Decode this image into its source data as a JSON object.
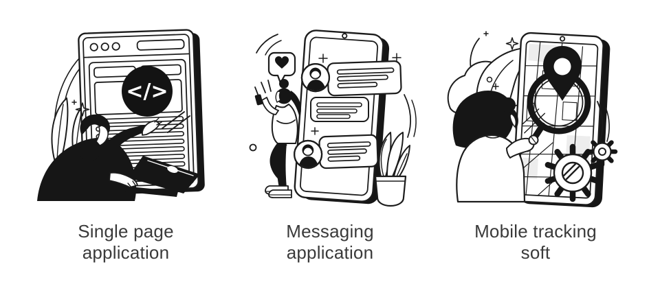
{
  "image": {
    "kind": "flat line-art concept illustration set",
    "background": "#ffffff"
  },
  "colors": {
    "ink": "#1c1c1c",
    "solid_fill": "#161616",
    "paper": "#ffffff",
    "map_shade": "#ededed",
    "caption_text": "#3a3a3a"
  },
  "panels": [
    {
      "id": "single-page-application",
      "caption": "Single page application",
      "caption_lines": [
        "Single page",
        "application"
      ],
      "code_symbol": "</>",
      "scene": "bearded developer with laptop pointing at a code badge over a browser window, leaves and arcs behind"
    },
    {
      "id": "messaging-application",
      "caption": "Messaging application",
      "caption_lines": [
        "Messaging",
        "application"
      ],
      "scene": "woman texting on her phone beside a large smartphone showing a chat thread with avatars, heart reaction bubble, potted plant"
    },
    {
      "id": "mobile-tracking-soft",
      "caption": "Mobile tracking soft",
      "caption_lines": [
        "Mobile tracking",
        "soft"
      ],
      "scene": "woman holding a magnifying glass with a location pin over a smartphone map, gears beside the phone"
    }
  ]
}
